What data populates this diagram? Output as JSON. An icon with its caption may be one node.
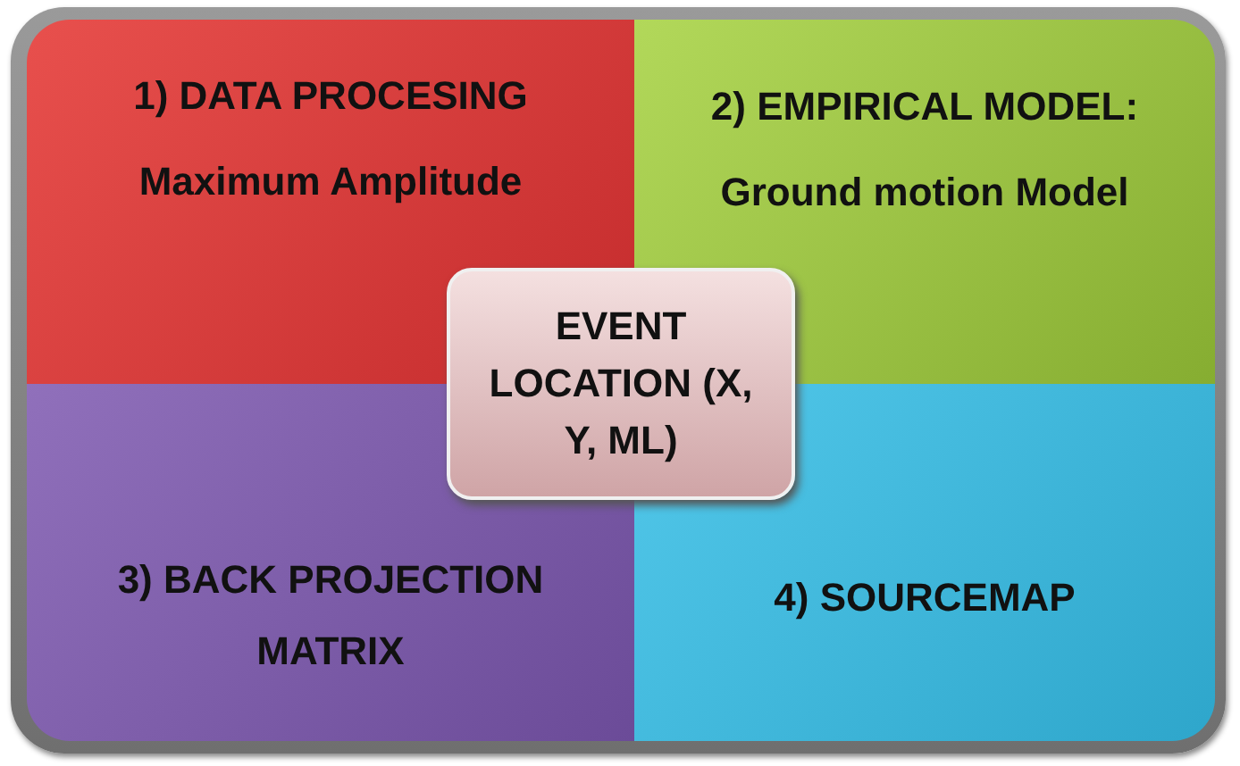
{
  "diagram": {
    "nodes": [
      {
        "text": [
          "1) DATA PROCESING",
          "Maximum Amplitude"
        ]
      },
      {
        "text": [
          "2) EMPIRICAL MODEL:",
          "Ground motion Model"
        ]
      },
      {
        "text": [
          "3) BACK PROJECTION MATRIX"
        ]
      },
      {
        "text": [
          "4) SOURCEMAP"
        ]
      },
      {
        "text": [
          "EVENT LOCATION (X, Y, ML)"
        ]
      }
    ]
  }
}
